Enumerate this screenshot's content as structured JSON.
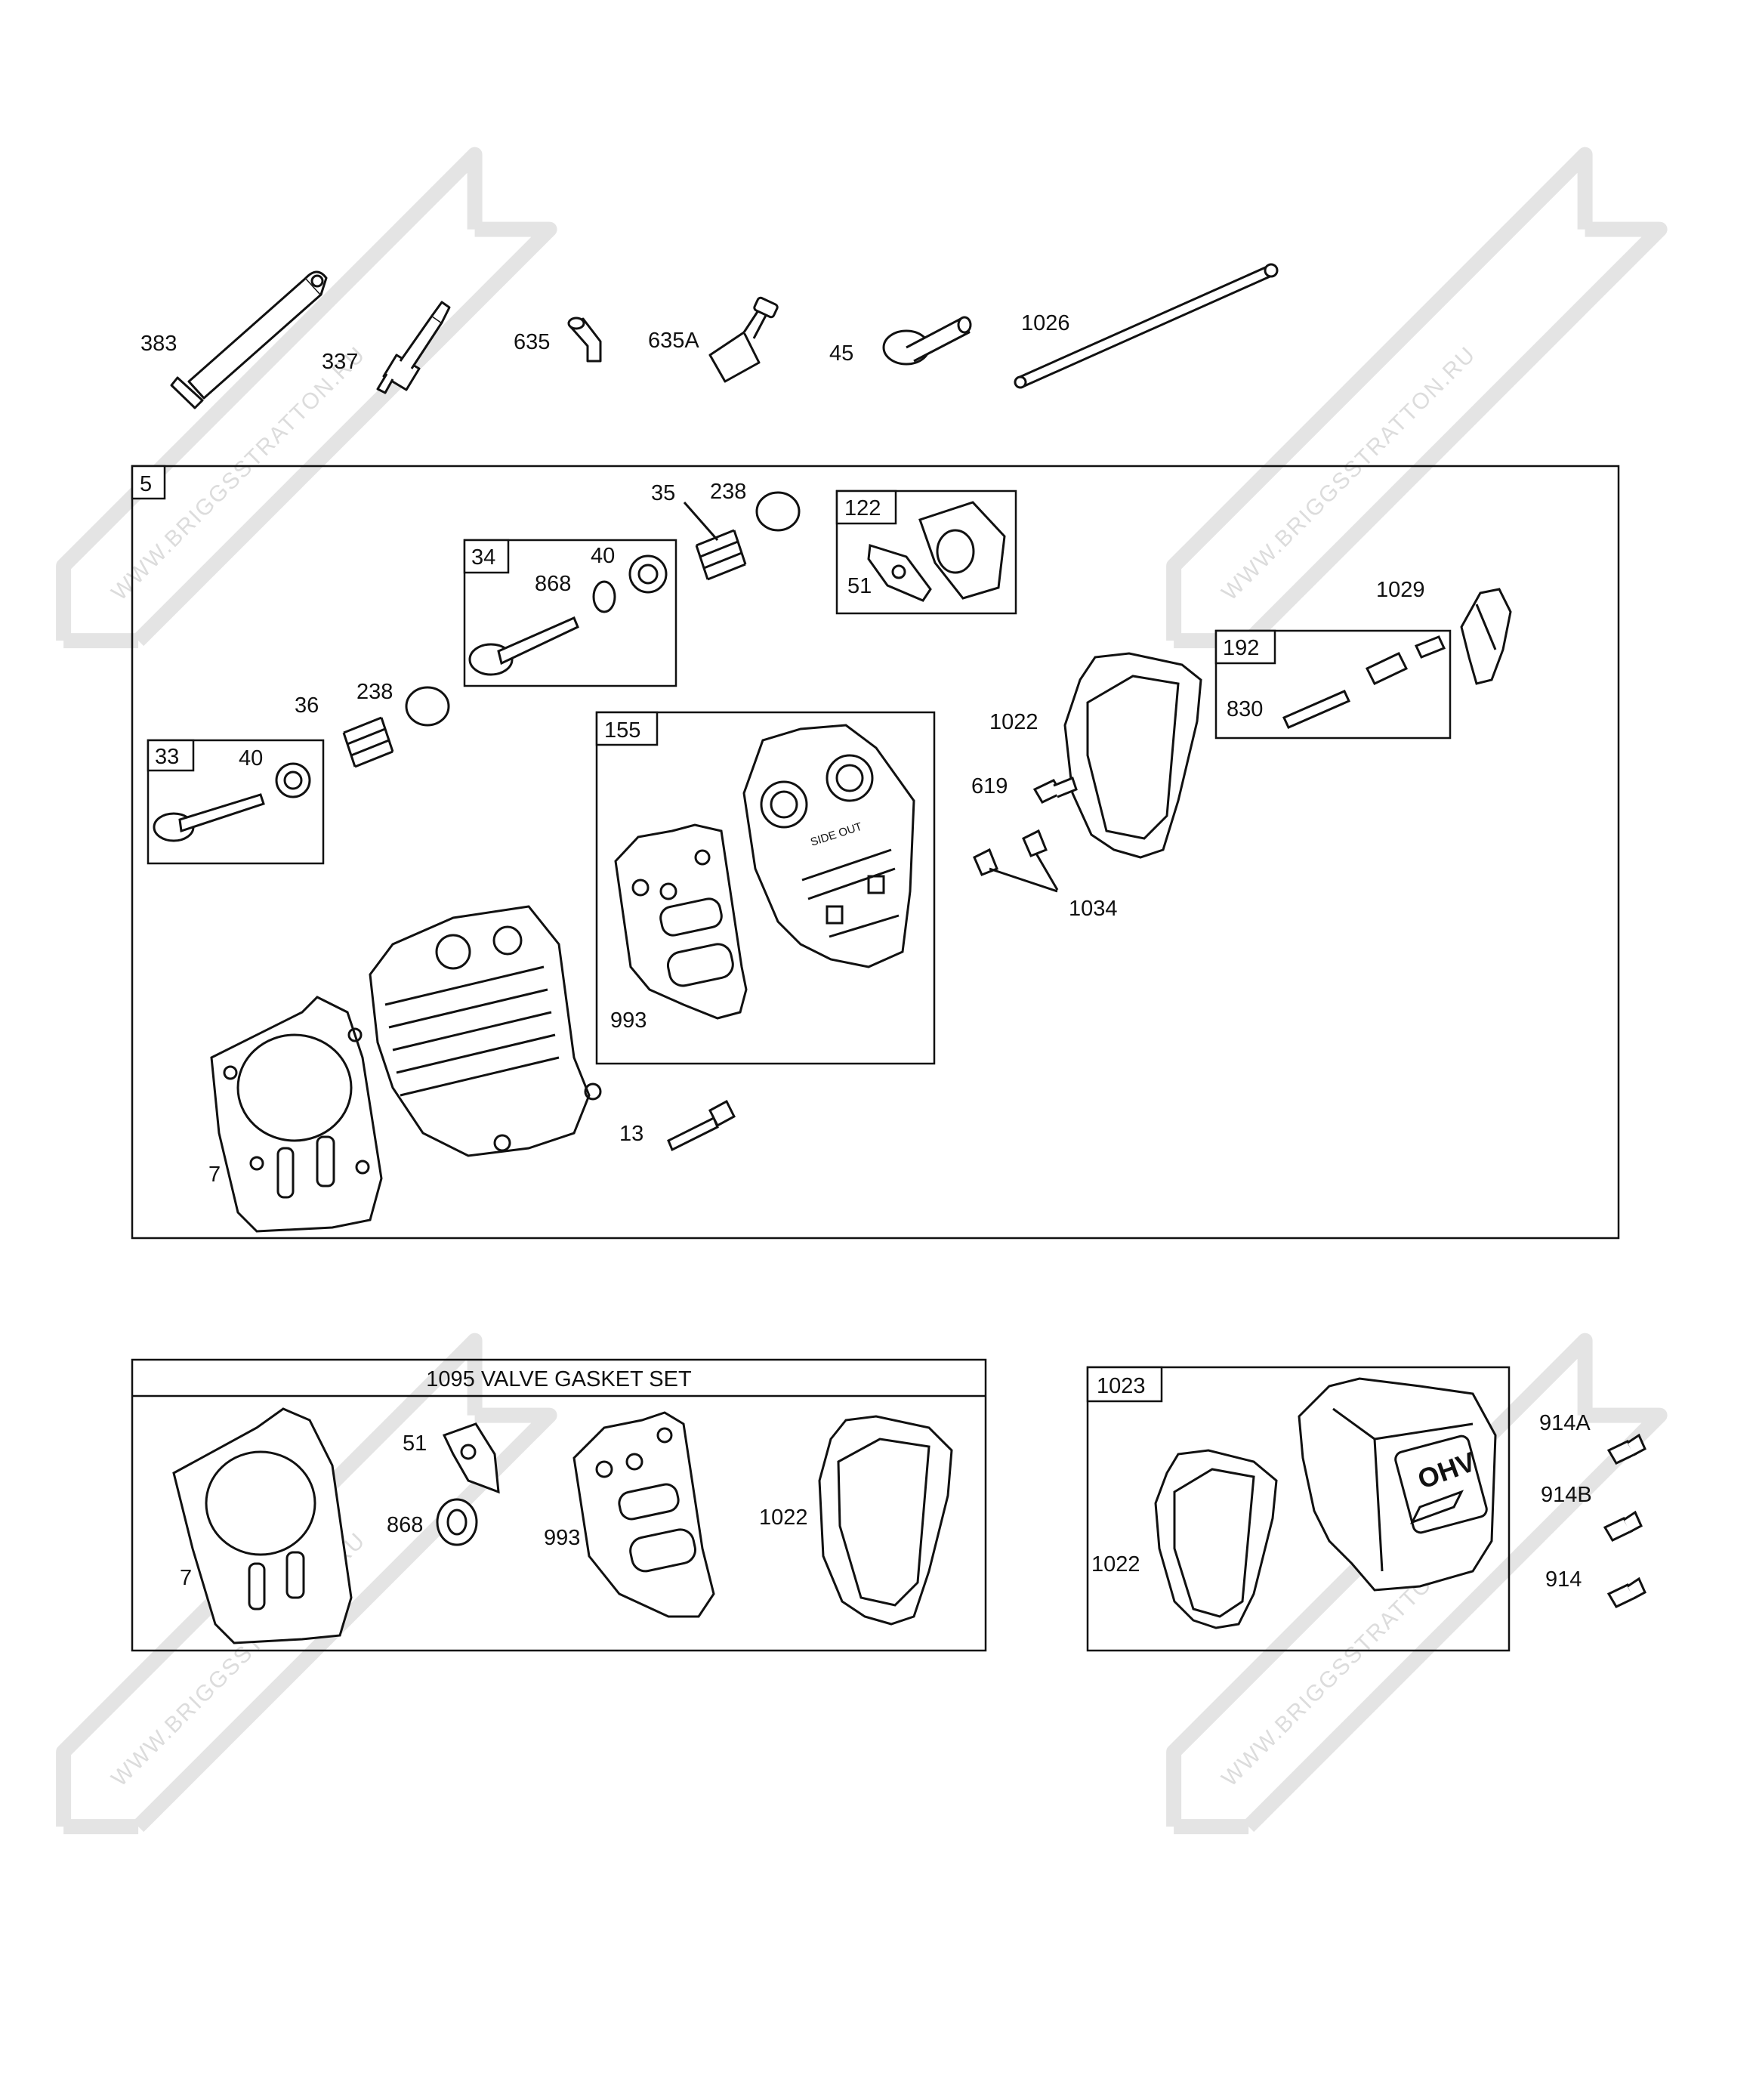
{
  "watermark": "WWW.BRIGGSSTRATTON.RU",
  "top_parts": [
    "383",
    "337",
    "635",
    "635A",
    "45",
    "1026"
  ],
  "main_box": {
    "number": "5",
    "sub_33": {
      "number": "33",
      "label_40": "40"
    },
    "sub_34": {
      "number": "34",
      "label_868": "868",
      "label_40": "40"
    },
    "sub_122": {
      "number": "122",
      "label_51": "51"
    },
    "sub_155": {
      "number": "155",
      "label_993": "993",
      "gasket_text": "SIDE OUT"
    },
    "sub_192": {
      "number": "192",
      "label_830": "830"
    },
    "labels": {
      "p36": "36",
      "p238a": "238",
      "p35": "35",
      "p238b": "238",
      "p7": "7",
      "p13": "13",
      "p1022": "1022",
      "p619": "619",
      "p1034": "1034",
      "p1029": "1029"
    }
  },
  "gasket_set": {
    "title": "1095 VALVE GASKET SET",
    "labels": {
      "p7": "7",
      "p51": "51",
      "p868": "868",
      "p993": "993",
      "p1022": "1022"
    }
  },
  "cover_box": {
    "number": "1023",
    "label_1022": "1022",
    "cover_text": "OHV",
    "screws": [
      "914A",
      "914B",
      "914"
    ]
  }
}
